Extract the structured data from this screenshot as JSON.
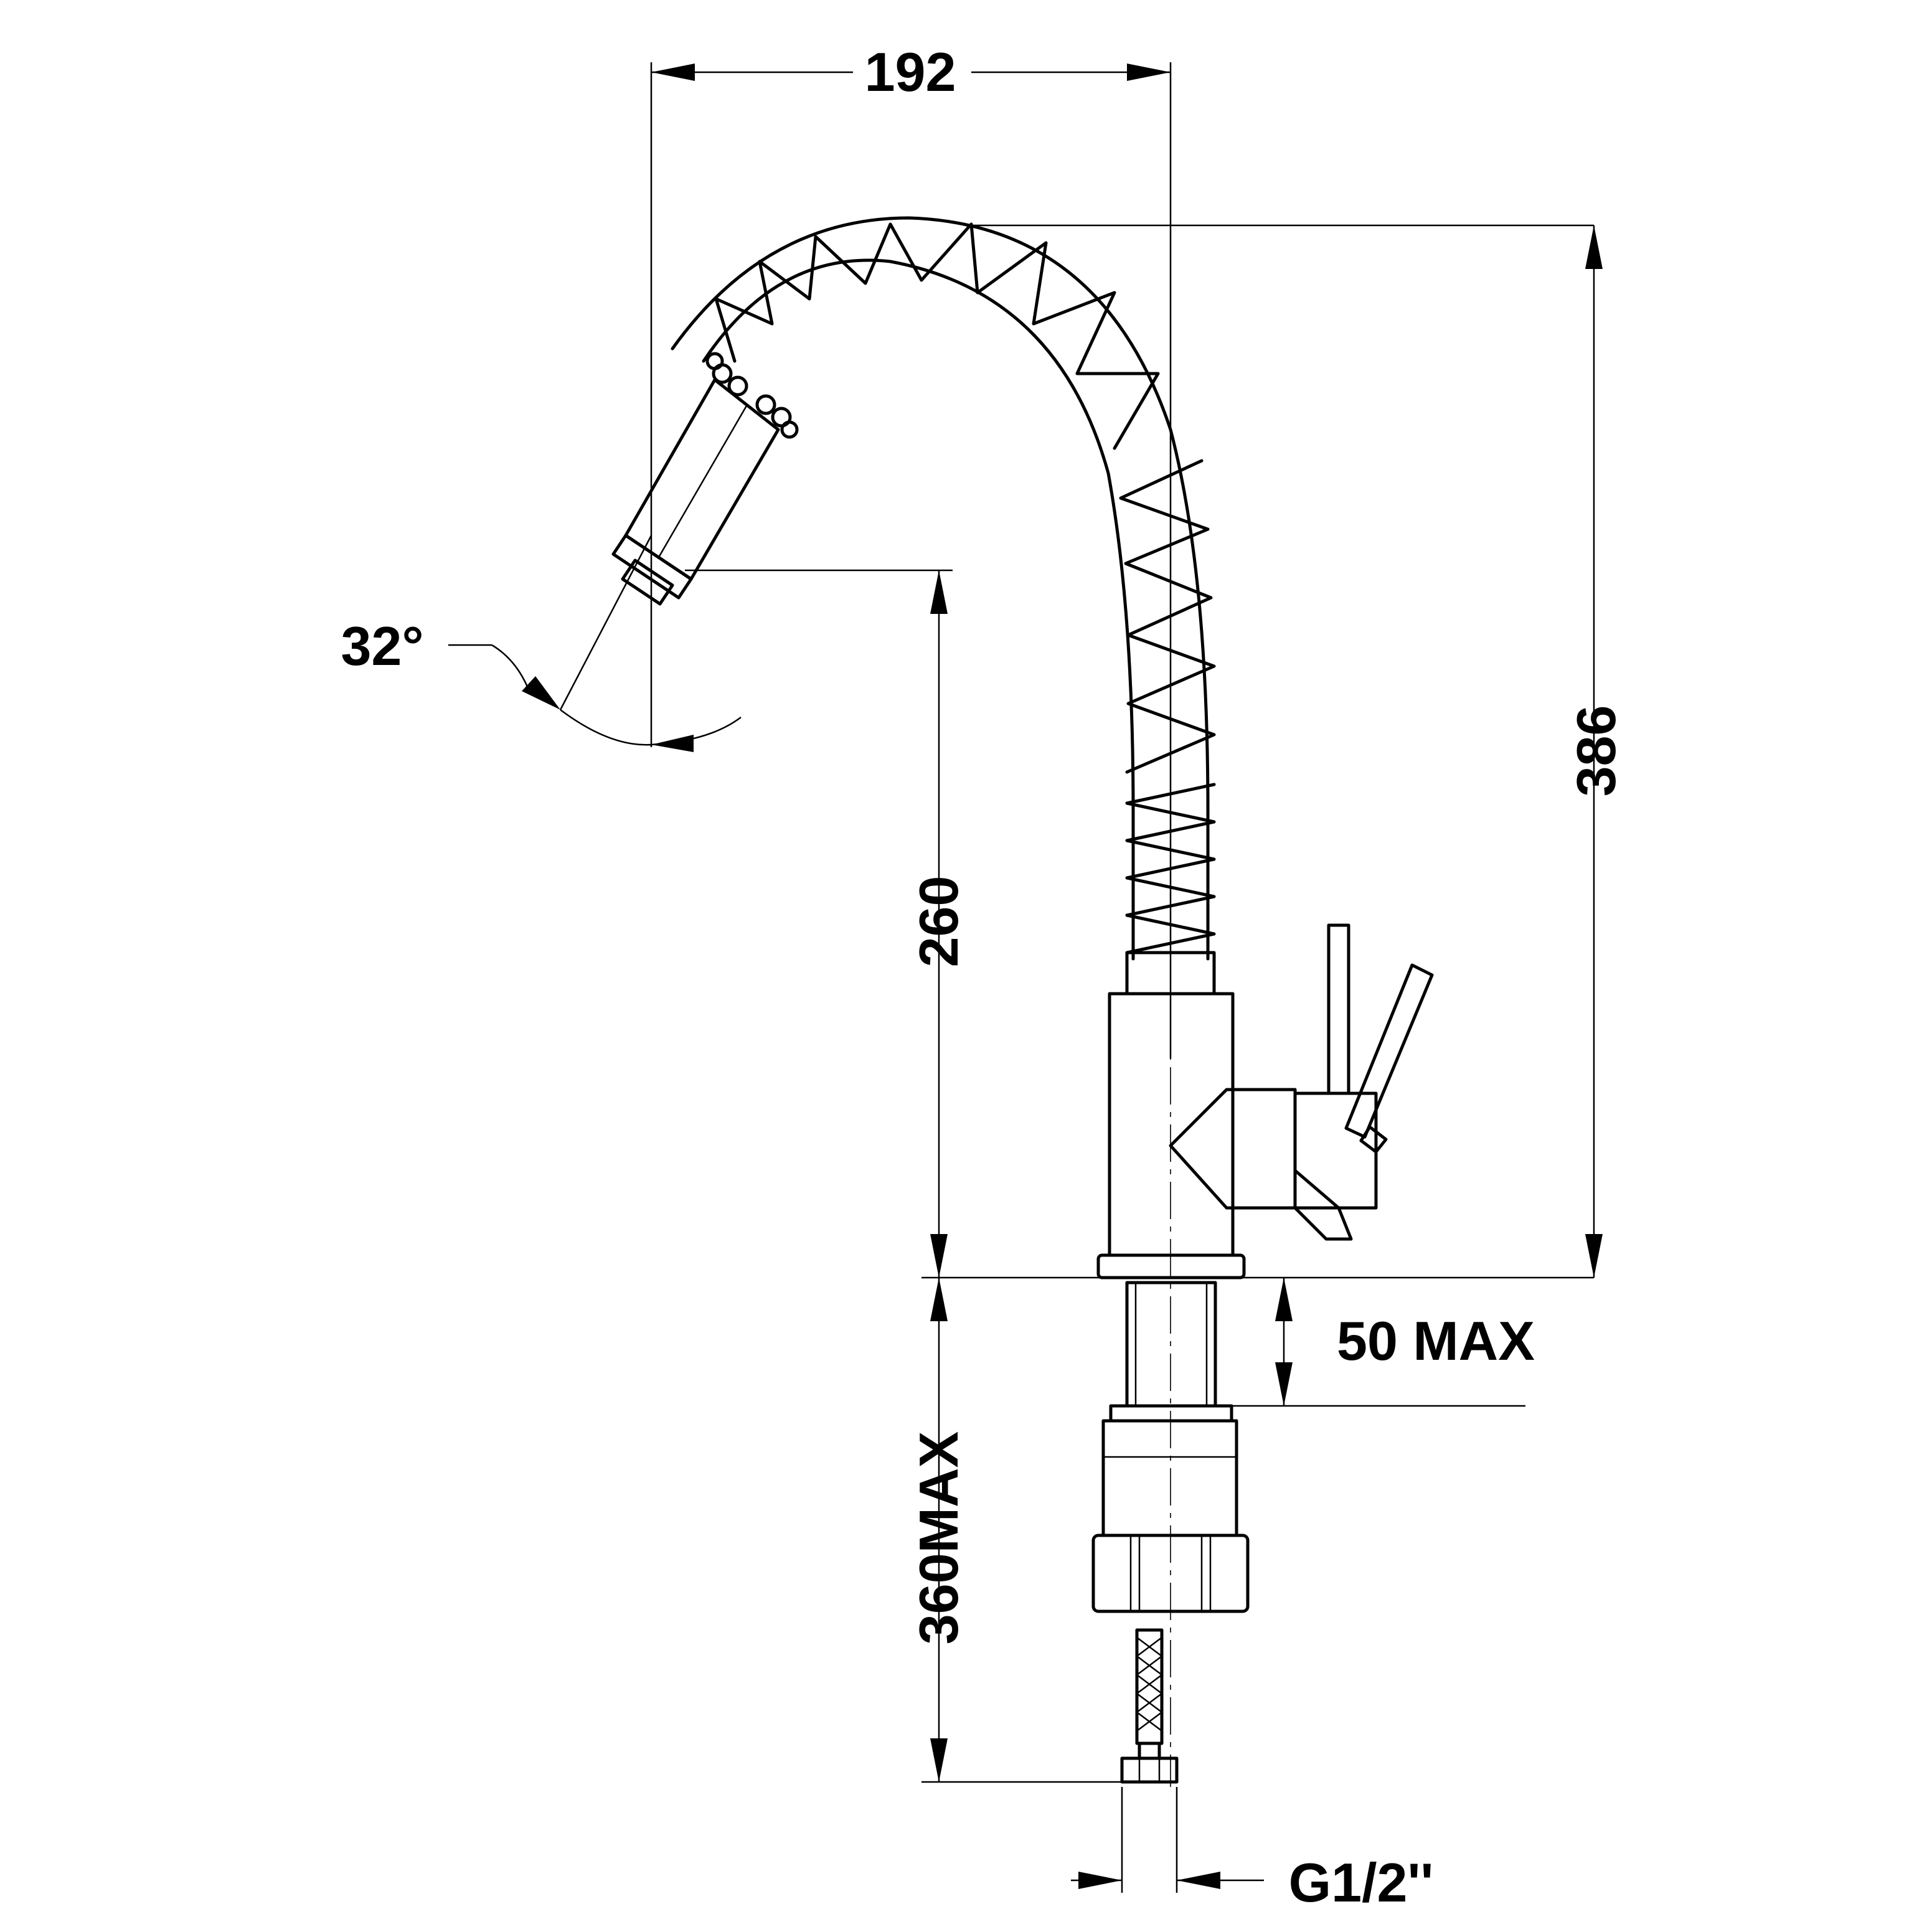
{
  "dimensions": {
    "spout_reach": "192",
    "spout_angle": "32°",
    "total_height": "386",
    "spout_height": "260",
    "mount_thickness": "50 MAX",
    "below_length": "360MAX",
    "connection": "G1/2''"
  },
  "colors": {
    "ink": "#000000",
    "background": "#ffffff"
  }
}
